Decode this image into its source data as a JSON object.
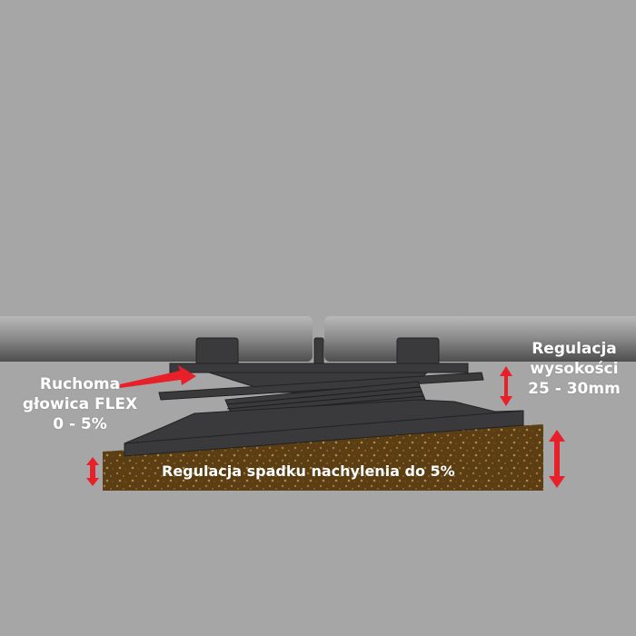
{
  "labels": {
    "flex_head": [
      "Ruchoma",
      "głowica FLEX",
      "0 - 5%"
    ],
    "height_adjust": [
      "Regulacja",
      "wysokości",
      "25 - 30mm"
    ],
    "slope_adjust": "Regulacja spadku nachylenia do 5%"
  },
  "colors": {
    "background": "#a6a6a6",
    "tile": "#8c8c8c",
    "pedestal": "#3a3a3c",
    "soil": "#5a3d12",
    "soil_speckle": "#a07a38",
    "arrow": "#e8202a",
    "text": "#ffffff"
  },
  "icons": [
    "arrow-right-icon",
    "double-arrow-vertical-icon"
  ]
}
